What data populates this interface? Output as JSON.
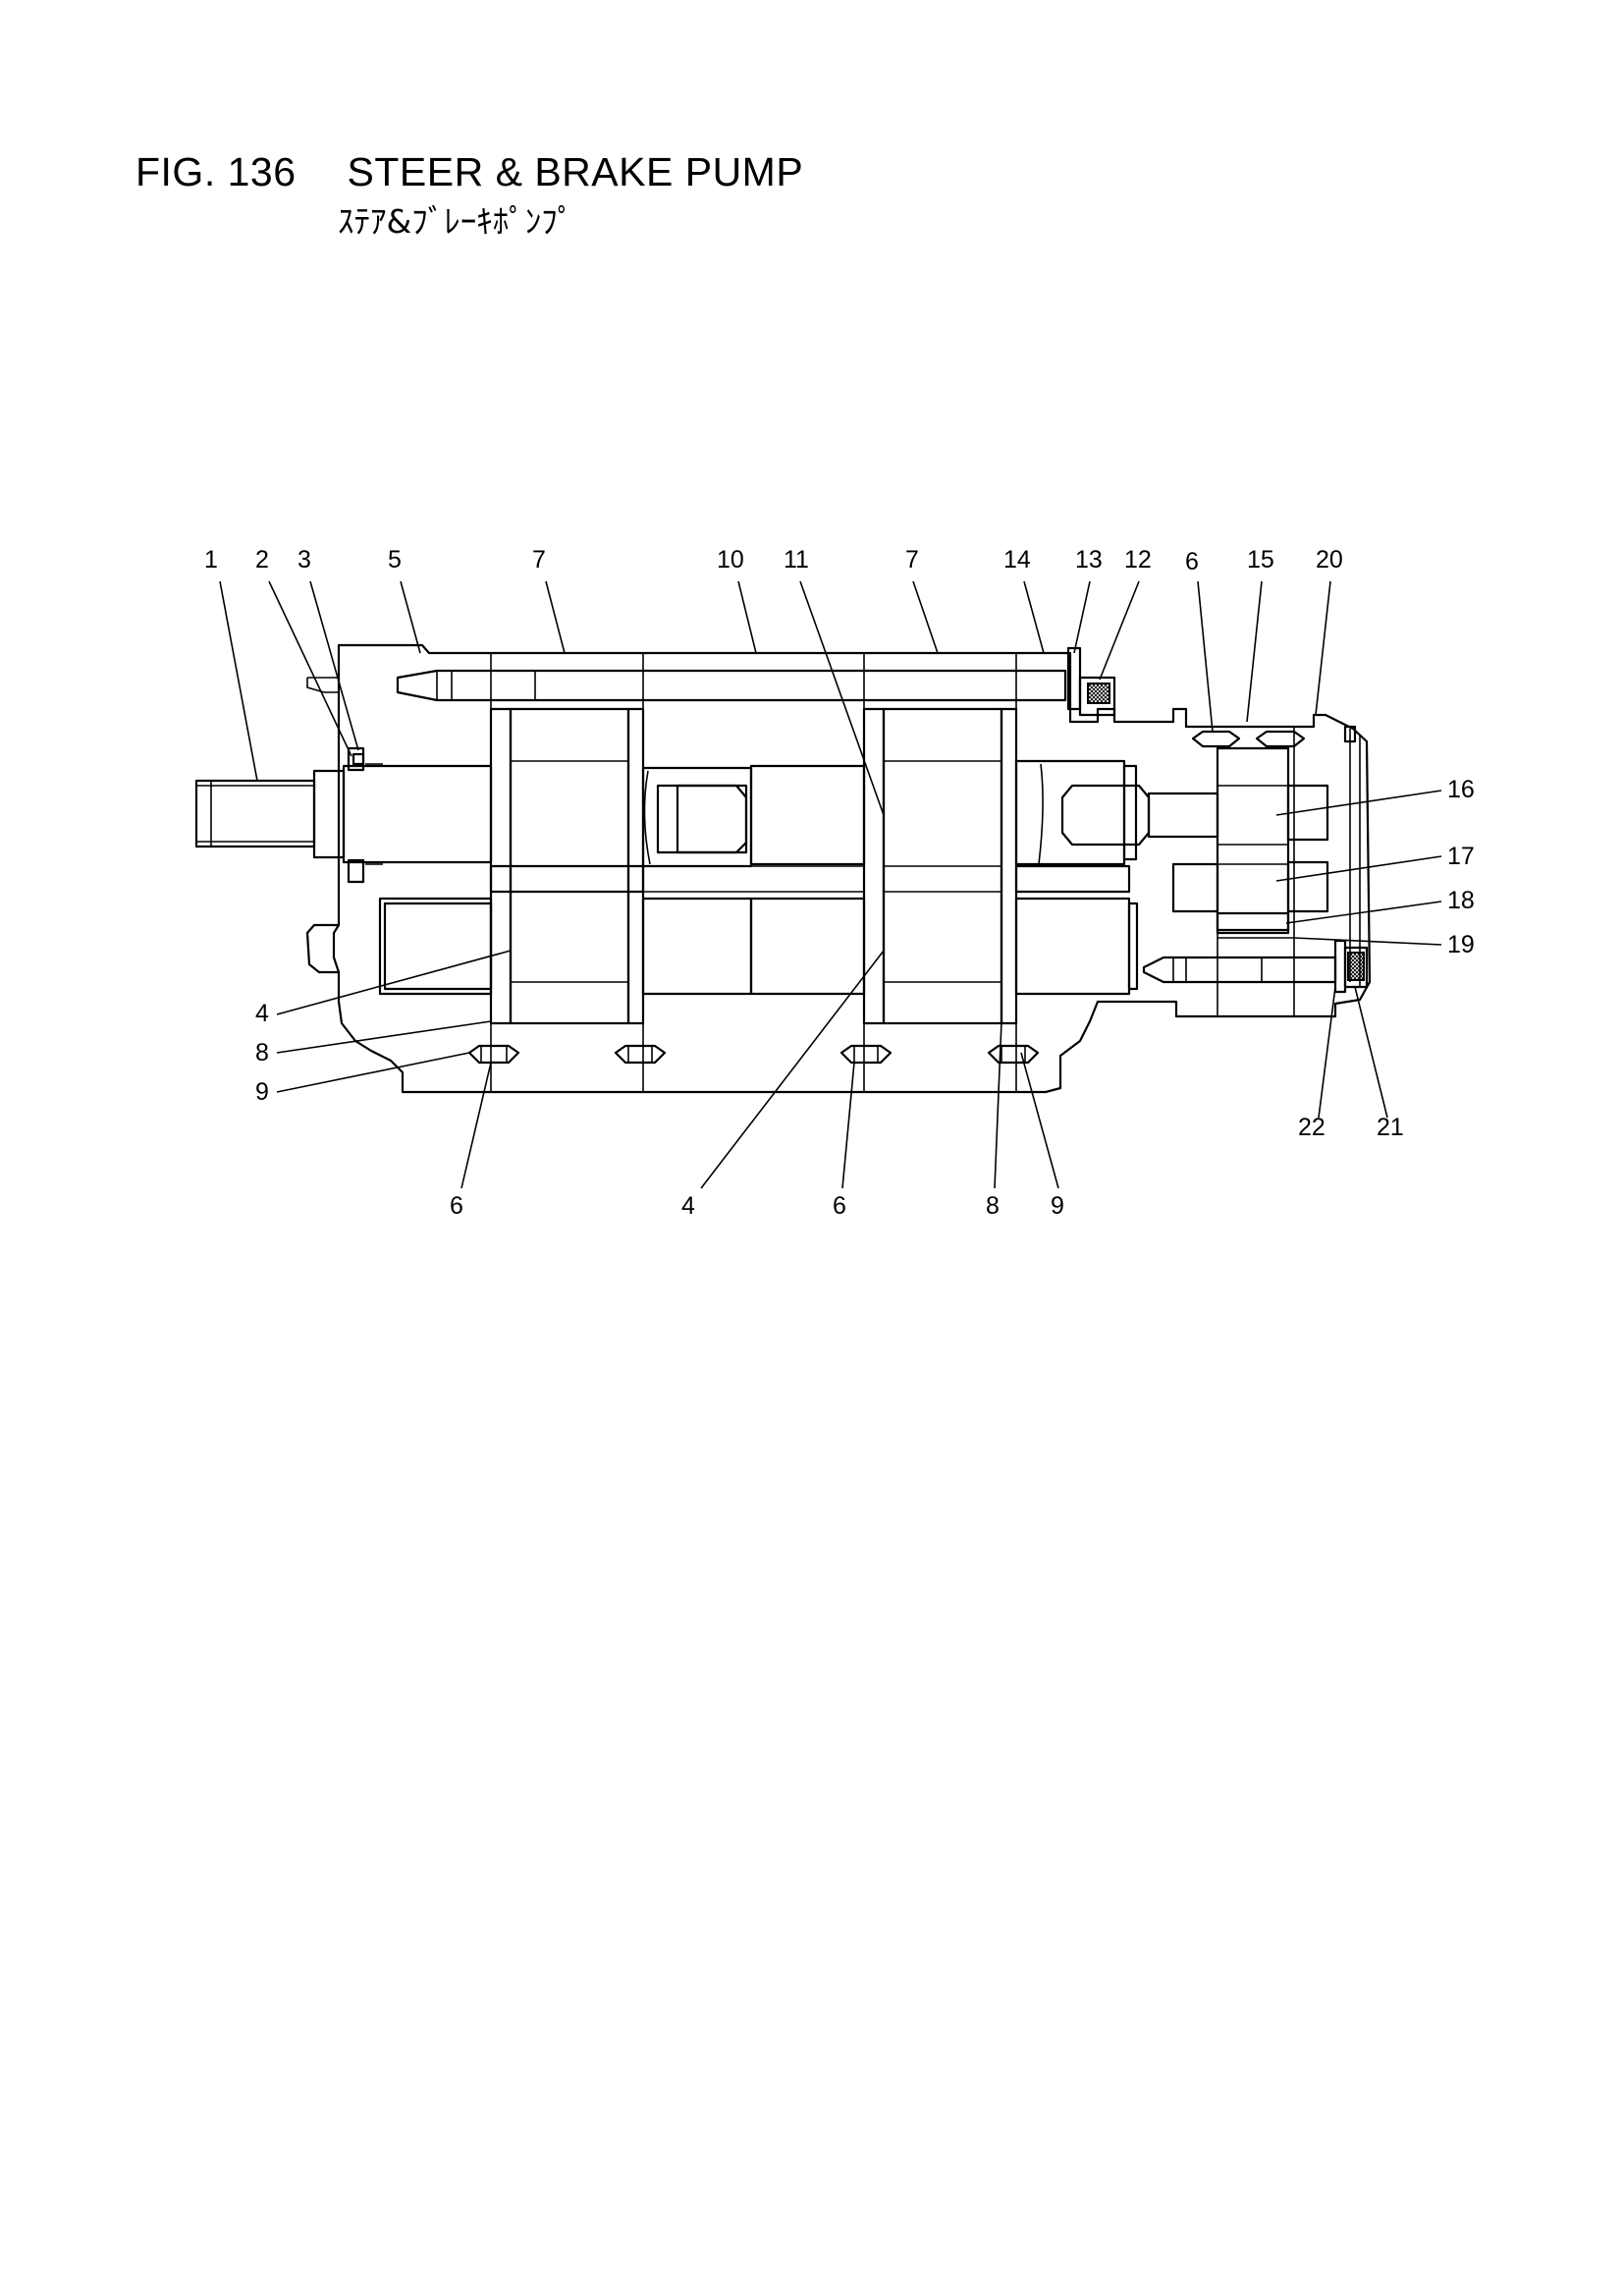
{
  "figure": {
    "number": "FIG. 136",
    "title": "STEER & BRAKE PUMP",
    "subtitle": "ｽﾃｱ&ﾌﾞﾚｰｷﾎﾟﾝﾌﾟ"
  },
  "callouts": {
    "top": [
      "1",
      "2",
      "3",
      "5",
      "7",
      "10",
      "11",
      "7",
      "14",
      "13",
      "12",
      "6",
      "15",
      "20"
    ],
    "right": [
      "16",
      "17",
      "18",
      "19"
    ],
    "left": [
      "4",
      "8",
      "9"
    ],
    "bottom": [
      "6",
      "4",
      "6",
      "8",
      "9"
    ],
    "bottom_right": [
      "22",
      "21"
    ]
  }
}
